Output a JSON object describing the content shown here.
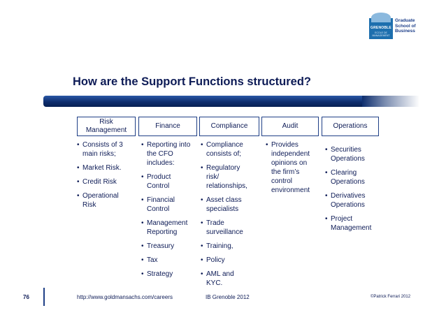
{
  "logo": {
    "brand": "GRENOBLE",
    "sub": "ECOLE DE MANAGEMENT",
    "text": [
      "Graduate",
      "School of",
      "Business"
    ]
  },
  "title": "How are the Support Functions structured?",
  "columns": [
    {
      "header": [
        "Risk",
        "Management"
      ],
      "items": [
        [
          "Consists of 3",
          "main risks;"
        ],
        [
          "Market Risk."
        ],
        [
          "Credit Risk"
        ],
        [
          "Operational",
          "Risk"
        ]
      ]
    },
    {
      "header": [
        "Finance"
      ],
      "items": [
        [
          "Reporting into",
          "the CFO",
          "includes:"
        ],
        [
          "Product",
          "Control"
        ],
        [
          "Financial",
          "Control"
        ],
        [
          "Management",
          "Reporting"
        ],
        [
          "Treasury"
        ],
        [
          "Tax"
        ],
        [
          "Strategy"
        ]
      ]
    },
    {
      "header": [
        "Compliance"
      ],
      "items": [
        [
          "Compliance",
          "consists of;"
        ],
        [
          "Regulatory",
          "risk/",
          "relationships,"
        ],
        [
          "Asset class",
          "specialists"
        ],
        [
          "Trade",
          "surveillance"
        ],
        [
          "Training,"
        ],
        [
          "Policy"
        ],
        [
          "AML and",
          "KYC."
        ]
      ]
    },
    {
      "header": [
        "Audit"
      ],
      "items": [
        [
          "Provides",
          "independent",
          "opinions on",
          "the firm’s",
          "control",
          "environment"
        ]
      ]
    },
    {
      "header": [
        "Operations"
      ],
      "items": [
        [
          "Securities",
          "Operations"
        ],
        [
          "Clearing",
          "Operations"
        ],
        [
          "Derivatives",
          "Operations"
        ],
        [
          "Project",
          "Management"
        ]
      ]
    }
  ],
  "footer": {
    "slide_number": "76",
    "url": "http://www.goldmansachs.com/careers",
    "center": "IB Grenoble 2012",
    "right": "©Patrick Ferrari 2012"
  }
}
